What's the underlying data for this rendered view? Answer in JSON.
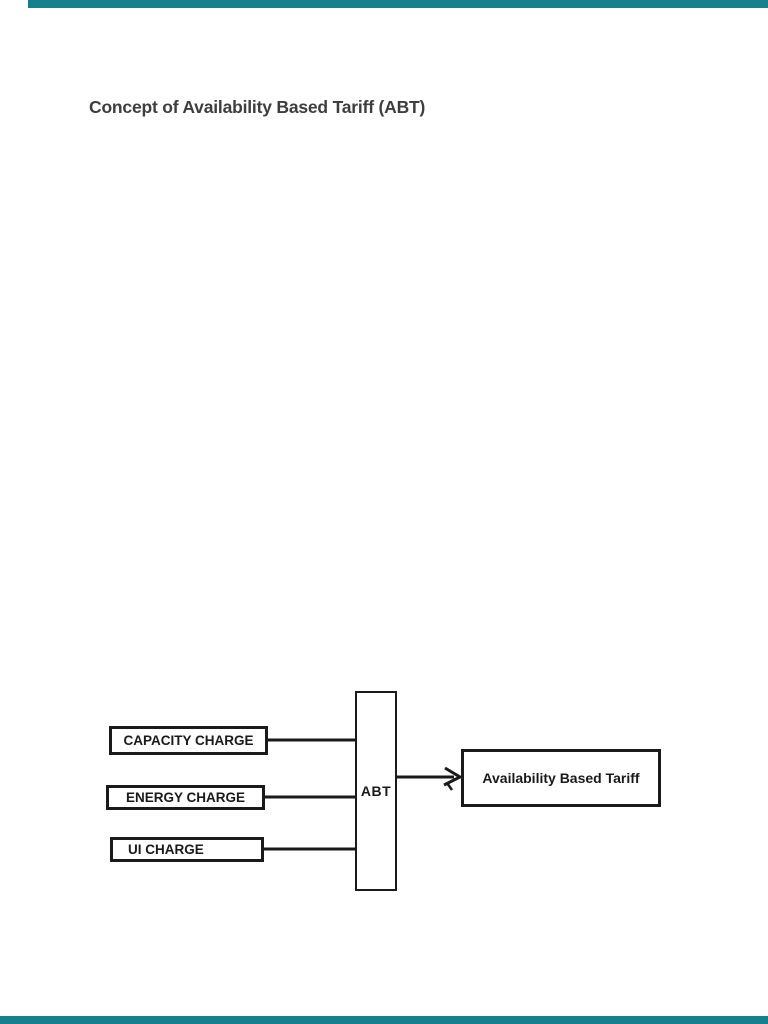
{
  "page": {
    "title": "Concept of Availability Based Tariff (ABT)"
  },
  "theme": {
    "viewer_chrome_color": "#17808D",
    "diagram_line_color": "#1A1A1A",
    "title_color": "#3E3E3E",
    "page_background": "#FFFFFF"
  },
  "diagram": {
    "type": "flow",
    "inputs": [
      {
        "label": "CAPACITY CHARGE"
      },
      {
        "label": "ENERGY CHARGE"
      },
      {
        "label": "UI CHARGE"
      }
    ],
    "combiner": {
      "label": "ABT"
    },
    "output": {
      "label": "Availability Based Tariff"
    }
  }
}
